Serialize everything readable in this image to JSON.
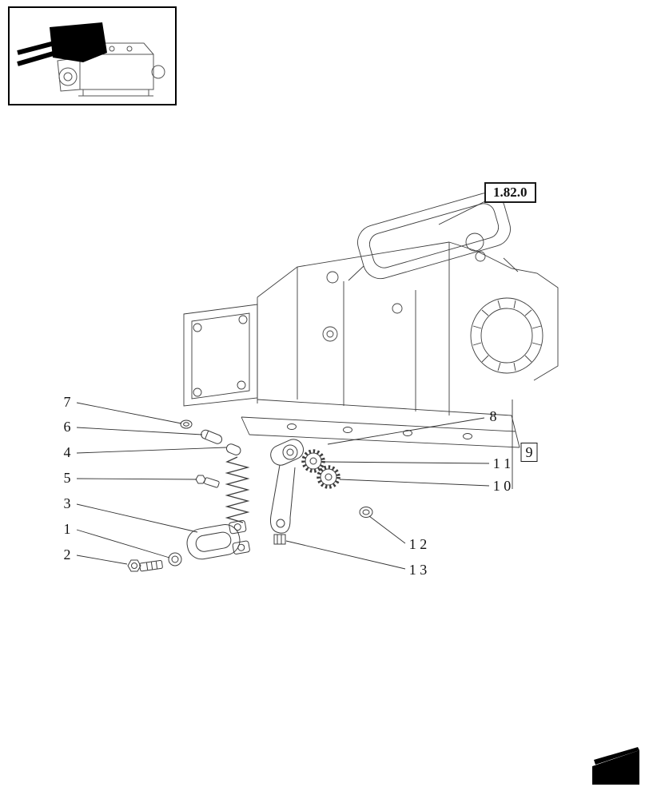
{
  "colors": {
    "line": "#3d3d3d",
    "text": "#111111",
    "highlight": "#000000"
  },
  "reference": {
    "label": "1.82.0"
  },
  "labels": {
    "c7": "7",
    "c6": "6",
    "c4": "4",
    "c5": "5",
    "c3": "3",
    "c1": "1",
    "c2": "2",
    "c8": "8",
    "c9": "9",
    "c11": "1 1",
    "c10": "1 0",
    "c12": "1 2",
    "c13": "1 3"
  },
  "icons": {
    "thumbnail": "assembly-location-thumbnail",
    "corner": "folded-page-corner-icon"
  }
}
